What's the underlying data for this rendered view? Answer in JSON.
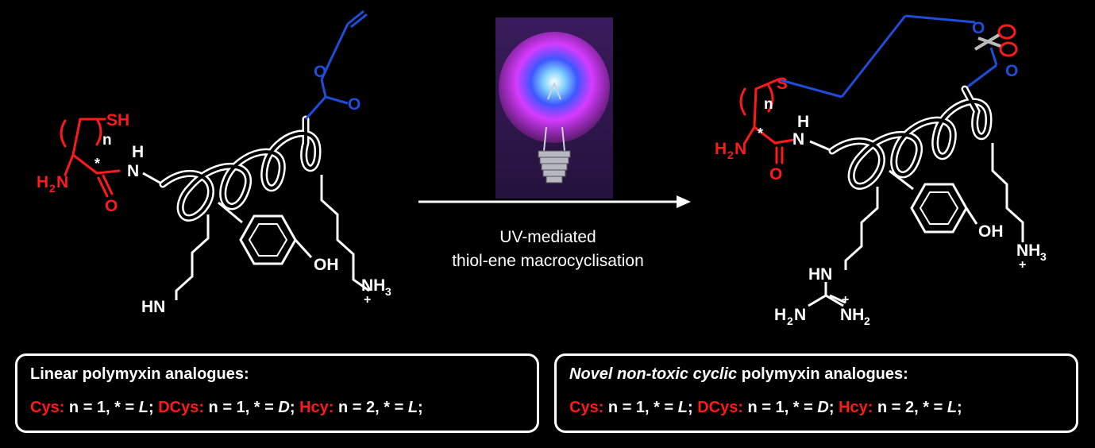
{
  "colors": {
    "background": "#000000",
    "red": "#ff1a1a",
    "blue": "#1f4ddb",
    "white": "#ffffff"
  },
  "icons": {
    "lamp": "uv-light-bulb-icon",
    "scissors": "scissors-icon"
  },
  "left_molecule": {
    "sh": "SH",
    "n": "n",
    "h2n": "H",
    "h2n_sub": "2",
    "h2n_n": "N",
    "star": "*",
    "o": "O",
    "nh_h": "H",
    "nh_n": "N",
    "ester_o": "O",
    "carbonyl_o": "O",
    "oh": "OH",
    "hn": "HN",
    "nh3": "NH",
    "nh3_sub": "3",
    "plus": "+"
  },
  "right_molecule": {
    "s": "S",
    "n": "n",
    "h2n": "H",
    "h2n_sub": "2",
    "h2n_n": "N",
    "star": "*",
    "o": "O",
    "nh_h": "H",
    "nh_n": "N",
    "ring_o": "O",
    "carbonyl_o": "O",
    "oh": "OH",
    "nh3": "NH",
    "nh3_sub": "3",
    "plus": "+",
    "hn": "HN",
    "guan_h2n": "H",
    "guan_h2n_sub": "2",
    "guan_h2n_n": "N",
    "guan_nh2": "NH",
    "guan_nh2_sub": "2",
    "guan_plus": "+"
  },
  "reaction": {
    "caption_line1": "UV-mediated",
    "caption_line2": "thiol-ene macrocyclisation"
  },
  "left_box": {
    "title": "Linear polymyxin analogues:",
    "cys": "Cys:",
    "cys_def": " n = 1, * = ",
    "cys_l": "L",
    "sep1": ";",
    "dcys": " DCys:",
    "dcys_def": " n = 1, * = ",
    "dcys_d": "D",
    "sep2": ";",
    "hcy": " Hcy:",
    "hcy_def": " n = 2, * = ",
    "hcy_l": "L",
    "sep3": ";"
  },
  "right_box": {
    "title_italic": "Novel non-toxic cyclic",
    "title_rest": " polymyxin analogues:",
    "cys": "Cys:",
    "cys_def": " n = 1, * = ",
    "cys_l": "L",
    "sep1": ";",
    "dcys": " DCys:",
    "dcys_def": " n = 1, * = ",
    "dcys_d": "D",
    "sep2": ";",
    "hcy": " Hcy:",
    "hcy_def": " n = 2, * = ",
    "hcy_l": "L",
    "sep3": ";"
  }
}
